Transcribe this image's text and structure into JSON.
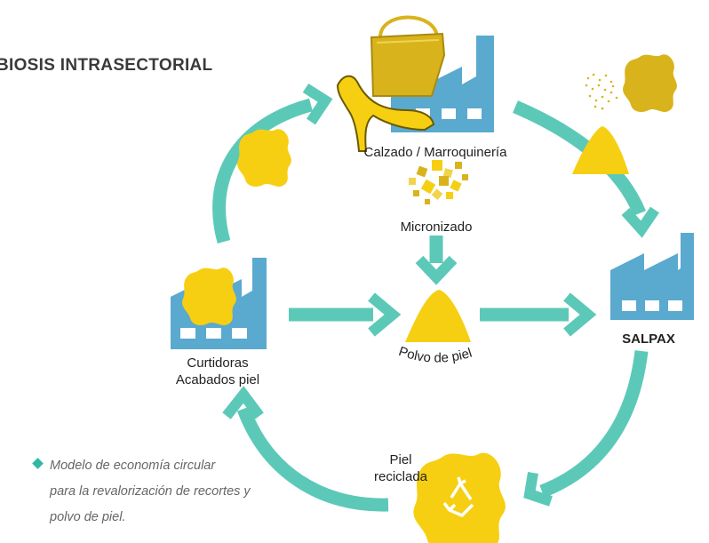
{
  "title": "BIOSIS INTRASECTORIAL",
  "nodes": {
    "calzado": "Calzado / Marroquinería",
    "micronizado": "Micronizado",
    "curtidoras_line1": "Curtidoras",
    "curtidoras_line2": "Acabados piel",
    "polvo": "Polvo de piel",
    "salpax": "SALPAX",
    "piel_line1": "Piel",
    "piel_line2": "reciclada"
  },
  "caption": {
    "line1": "Modelo de economía circular",
    "line2": "para la revalorización de recortes y",
    "line3": "polvo de piel."
  },
  "colors": {
    "arrow": "#5cc9b8",
    "factory": "#5aa9cf",
    "leather": "#f6cf12",
    "gold": "#d9b31c",
    "bullet": "#2fb8a6"
  }
}
